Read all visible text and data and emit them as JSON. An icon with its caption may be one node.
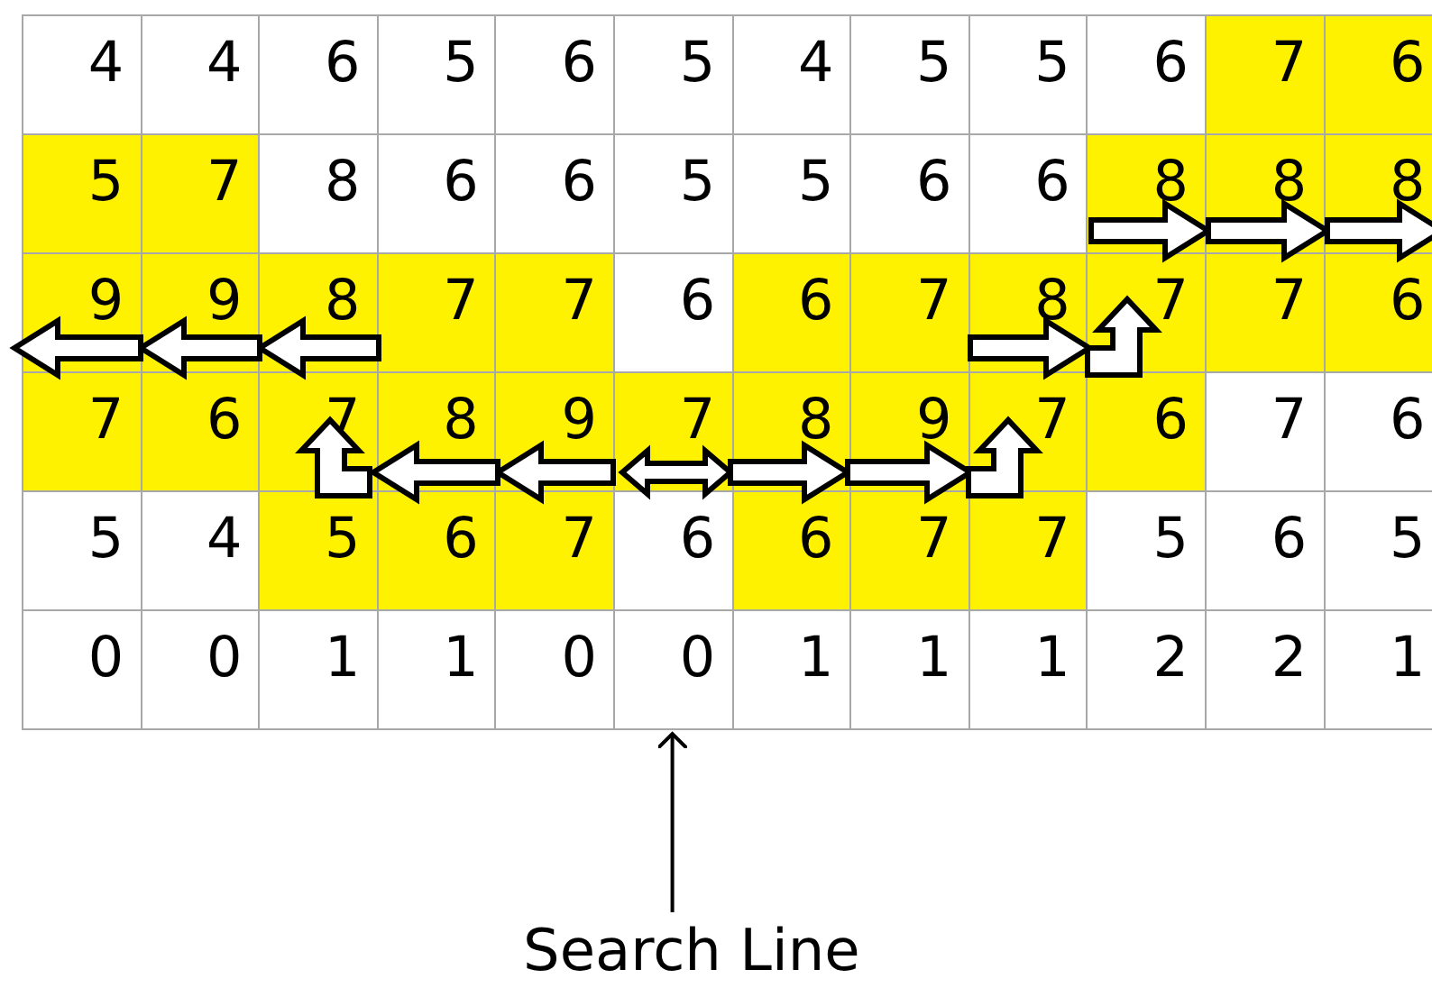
{
  "diagram": {
    "nodes": [
      {
        "text": [
          "Search Line"
        ]
      },
      {
        "text": [
          "0"
        ]
      }
    ],
    "edges": [
      {
        "from": 0,
        "to": 1,
        "arrow": "to"
      }
    ],
    "labels": [
      "4",
      "4",
      "6",
      "5",
      "6",
      "5",
      "4",
      "5",
      "5",
      "6",
      "7",
      "6",
      "5",
      "7",
      "8",
      "6",
      "6",
      "5",
      "5",
      "6",
      "6",
      "8",
      "8",
      "8",
      "9",
      "9",
      "8",
      "7",
      "7",
      "6",
      "6",
      "7",
      "8",
      "7",
      "7",
      "6",
      "7",
      "6",
      "7",
      "8",
      "9",
      "7",
      "8",
      "9",
      "7",
      "6",
      "7",
      "6",
      "5",
      "4",
      "5",
      "6",
      "7",
      "6",
      "6",
      "7",
      "7",
      "5",
      "6",
      "5",
      "0",
      "0",
      "1",
      "1",
      "0",
      "1",
      "1",
      "1",
      "2",
      "2",
      "1"
    ]
  }
}
